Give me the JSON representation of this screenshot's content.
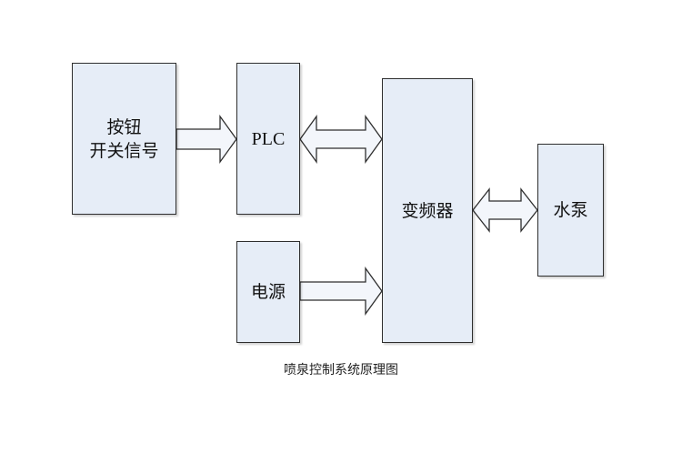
{
  "diagram": {
    "boxes": {
      "button_signal": {
        "line1": "按钮",
        "line2": "开关信号"
      },
      "plc": {
        "label": "PLC"
      },
      "power": {
        "label": "电源"
      },
      "vfd": {
        "label": "变频器"
      },
      "pump": {
        "label": "水泵"
      }
    },
    "caption": "喷泉控制系统原理图",
    "colors": {
      "box_fill": "#e6edf7",
      "border": "#2e2e2e",
      "arrow_fill": "#f3f6fb"
    }
  }
}
